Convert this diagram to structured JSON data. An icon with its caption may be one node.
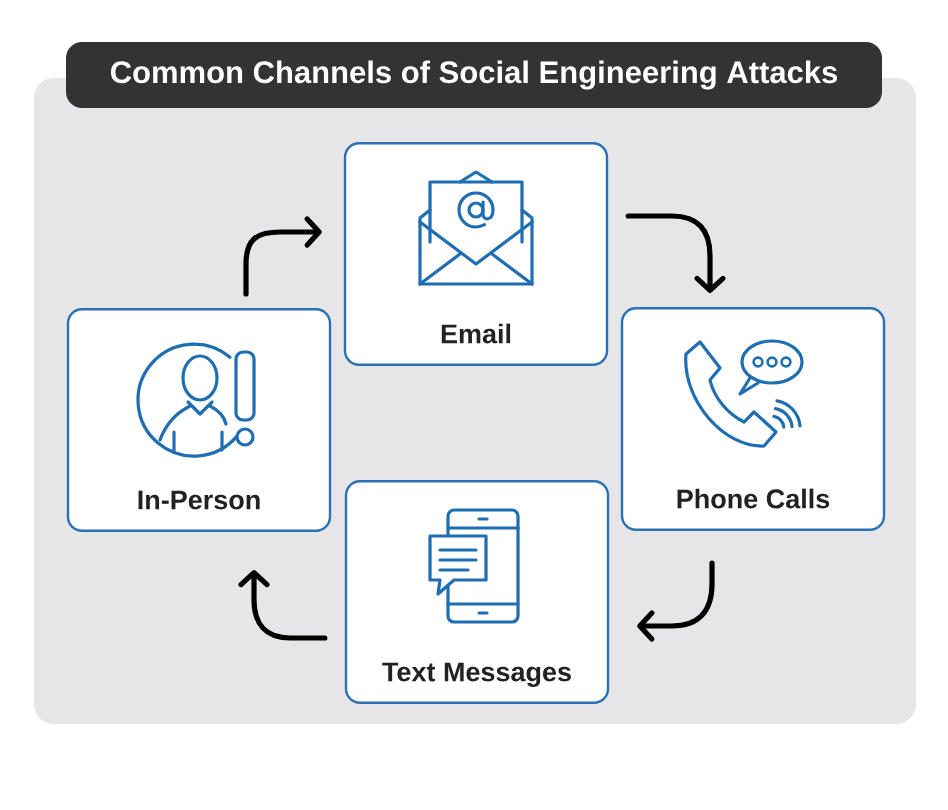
{
  "diagram": {
    "title": "Common Channels of Social Engineering Attacks",
    "nodes": [
      {
        "text": [
          "Email"
        ]
      },
      {
        "text": [
          "In-Person"
        ]
      },
      {
        "text": [
          "Phone Calls"
        ]
      },
      {
        "text": [
          "Text Messages"
        ]
      }
    ],
    "edges": [
      {
        "from": 1,
        "to": 0,
        "arrow": "to"
      },
      {
        "from": 0,
        "to": 2,
        "arrow": "to"
      },
      {
        "from": 2,
        "to": 3,
        "arrow": "to"
      },
      {
        "from": 3,
        "to": 1,
        "arrow": "to"
      }
    ]
  }
}
